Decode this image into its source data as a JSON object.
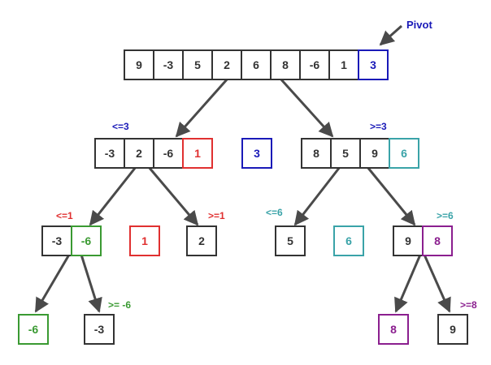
{
  "pivot_label": "Pivot",
  "colors": {
    "dark": "#333333",
    "blue": "#1a1ab8",
    "red": "#e03030",
    "teal": "#3aa3a8",
    "green": "#3a9a32",
    "purple": "#8b1f8f",
    "arrow": "#4a4a4a"
  },
  "root": {
    "values": [
      "9",
      "-3",
      "5",
      "2",
      "6",
      "8",
      "-6",
      "1",
      "3"
    ],
    "pivot_index": 8,
    "pivot_color": "blue"
  },
  "level1": {
    "left": {
      "label": "<=3",
      "label_color": "blue",
      "values": [
        "-3",
        "2",
        "-6",
        "1"
      ],
      "pivot_index": 3,
      "pivot_color": "red"
    },
    "middle": {
      "value": "3",
      "color": "blue"
    },
    "right": {
      "label": ">=3",
      "label_color": "blue",
      "values": [
        "8",
        "5",
        "9",
        "6"
      ],
      "pivot_index": 3,
      "pivot_color": "teal"
    }
  },
  "level2": {
    "a": {
      "label": "<=1",
      "label_color": "red",
      "values": [
        "-3",
        "-6"
      ],
      "pivot_index": 1,
      "pivot_color": "green"
    },
    "b": {
      "value": "1",
      "color": "red"
    },
    "c": {
      "label": ">=1",
      "label_color": "red",
      "value": "2",
      "color": "dark"
    },
    "d": {
      "label": "<=6",
      "label_color": "teal",
      "value": "5",
      "color": "dark"
    },
    "e": {
      "value": "6",
      "color": "teal"
    },
    "f": {
      "label": ">=6",
      "label_color": "teal",
      "values": [
        "9",
        "8"
      ],
      "pivot_index": 1,
      "pivot_color": "purple"
    }
  },
  "level3": {
    "a": {
      "value": "-6",
      "color": "green"
    },
    "b": {
      "label": ">= -6",
      "label_color": "green",
      "value": "-3",
      "color": "dark"
    },
    "c": {
      "value": "8",
      "color": "purple"
    },
    "d": {
      "label": ">=8",
      "label_color": "purple",
      "value": "9",
      "color": "dark"
    }
  }
}
